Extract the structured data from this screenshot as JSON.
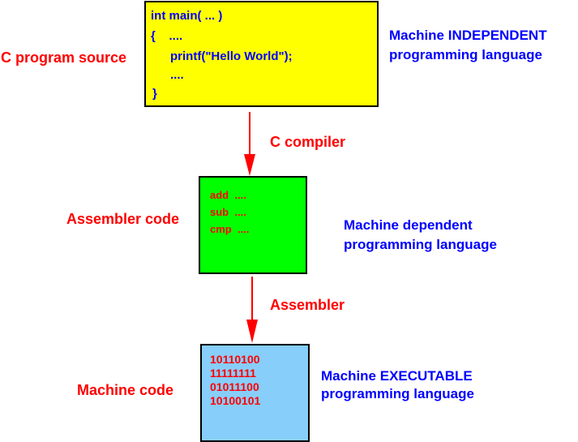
{
  "source": {
    "label": "C program source",
    "code_lines": [
      "int main( ... )",
      "{    ....",
      "      printf(\"Hello World\");",
      "      ....",
      " }"
    ],
    "description": [
      "Machine INDEPENDENT",
      "programming language"
    ],
    "fill": "#ffff00"
  },
  "step1": {
    "label": "C compiler"
  },
  "assembly": {
    "label": "Assembler code",
    "code_lines": [
      "add  ....",
      "sub  ....",
      "cmp  ...."
    ],
    "description": [
      "Machine dependent",
      "programming language"
    ],
    "fill": "#00ff00"
  },
  "step2": {
    "label": "Assembler"
  },
  "machine": {
    "label": "Machine code",
    "code_lines": [
      "10110100",
      "11111111",
      "01011100",
      "10100101"
    ],
    "description": [
      "Machine EXECUTABLE",
      "programming language"
    ],
    "fill": "#87cefa"
  },
  "colors": {
    "label": "#ff0000",
    "description": "#0000ff",
    "arrow": "#ff0000"
  }
}
